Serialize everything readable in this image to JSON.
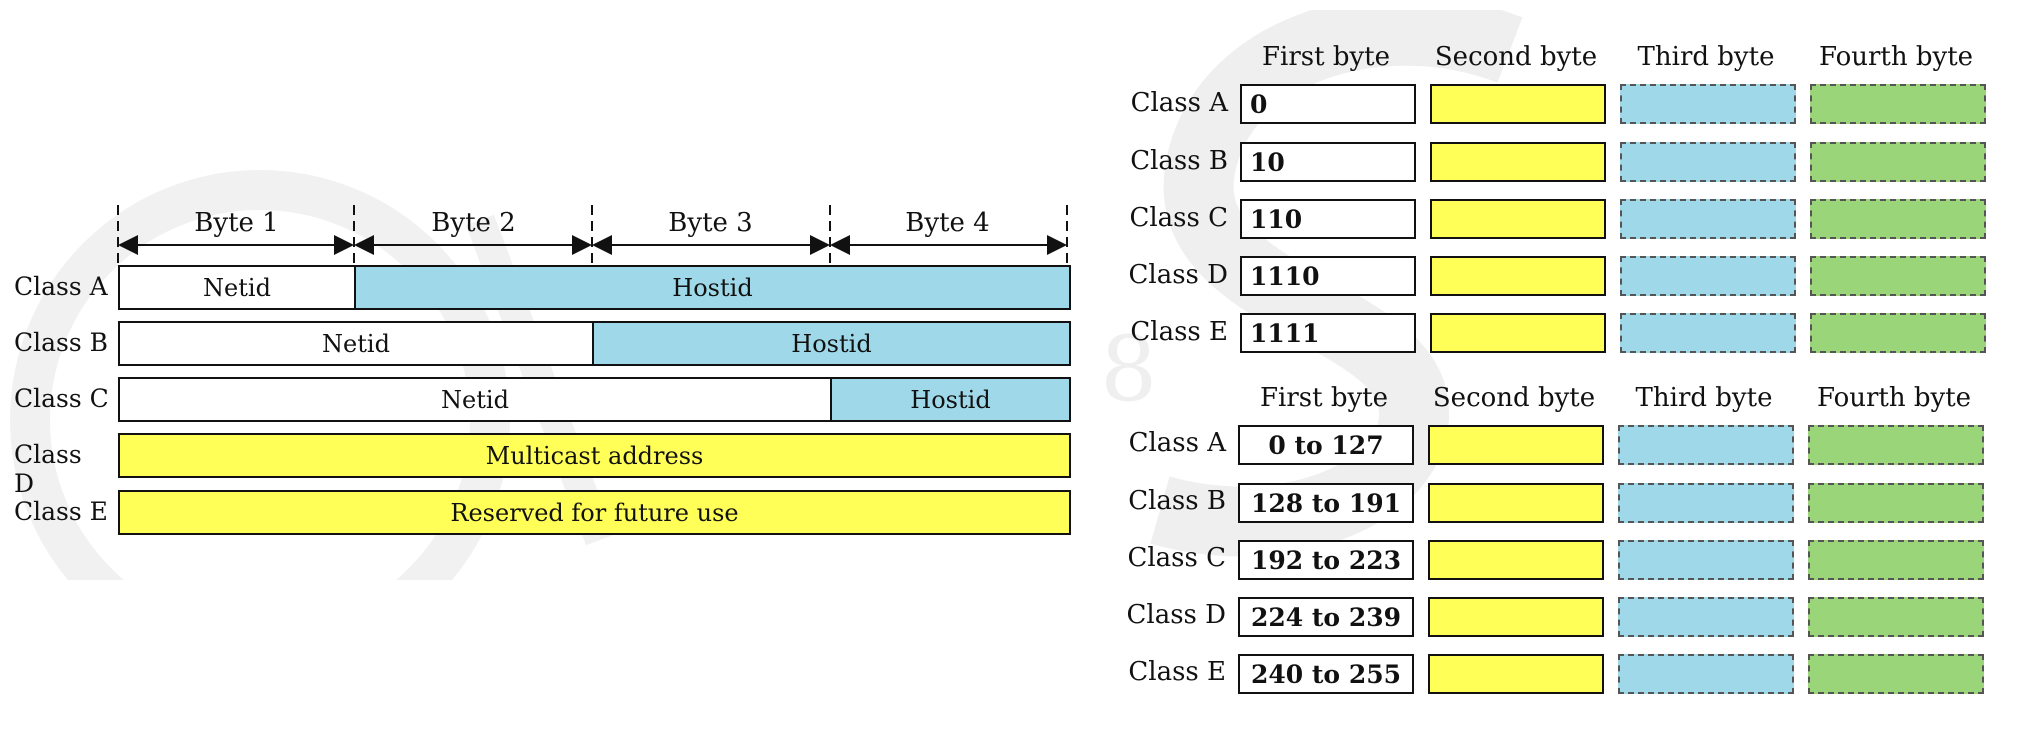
{
  "left_diagram": {
    "byte_headers": [
      "Byte 1",
      "Byte 2",
      "Byte 3",
      "Byte 4"
    ],
    "rows": [
      {
        "label": "Class A",
        "segments": [
          {
            "text": "Netid",
            "span": 1,
            "fill": "white"
          },
          {
            "text": "Hostid",
            "span": 3,
            "fill": "blue"
          }
        ]
      },
      {
        "label": "Class B",
        "segments": [
          {
            "text": "Netid",
            "span": 2,
            "fill": "white"
          },
          {
            "text": "Hostid",
            "span": 2,
            "fill": "blue"
          }
        ]
      },
      {
        "label": "Class C",
        "segments": [
          {
            "text": "Netid",
            "span": 3,
            "fill": "white"
          },
          {
            "text": "Hostid",
            "span": 1,
            "fill": "blue"
          }
        ]
      },
      {
        "label": "Class D",
        "segments": [
          {
            "text": "Multicast address",
            "span": 4,
            "fill": "yellow"
          }
        ]
      },
      {
        "label": "Class E",
        "segments": [
          {
            "text": "Reserved for future use",
            "span": 4,
            "fill": "yellow"
          }
        ]
      }
    ]
  },
  "binary_grid": {
    "column_headers": [
      "First byte",
      "Second byte",
      "Third byte",
      "Fourth byte"
    ],
    "rows": [
      {
        "label": "Class A",
        "first": "0"
      },
      {
        "label": "Class B",
        "first": "10"
      },
      {
        "label": "Class C",
        "first": "110"
      },
      {
        "label": "Class D",
        "first": "1110"
      },
      {
        "label": "Class E",
        "first": "1111"
      }
    ]
  },
  "decimal_grid": {
    "column_headers": [
      "First byte",
      "Second byte",
      "Third byte",
      "Fourth byte"
    ],
    "rows": [
      {
        "label": "Class A",
        "first": "0 to 127"
      },
      {
        "label": "Class B",
        "first": "128 to 191"
      },
      {
        "label": "Class C",
        "first": "192 to 223"
      },
      {
        "label": "Class D",
        "first": "224 to 239"
      },
      {
        "label": "Class E",
        "first": "240 to 255"
      }
    ]
  },
  "colors": {
    "hostid_blue": "#9fd9e9",
    "second_byte_yellow": "#ffff57",
    "third_byte_blue": "#9fd9e9",
    "fourth_byte_green": "#9ad57a"
  }
}
